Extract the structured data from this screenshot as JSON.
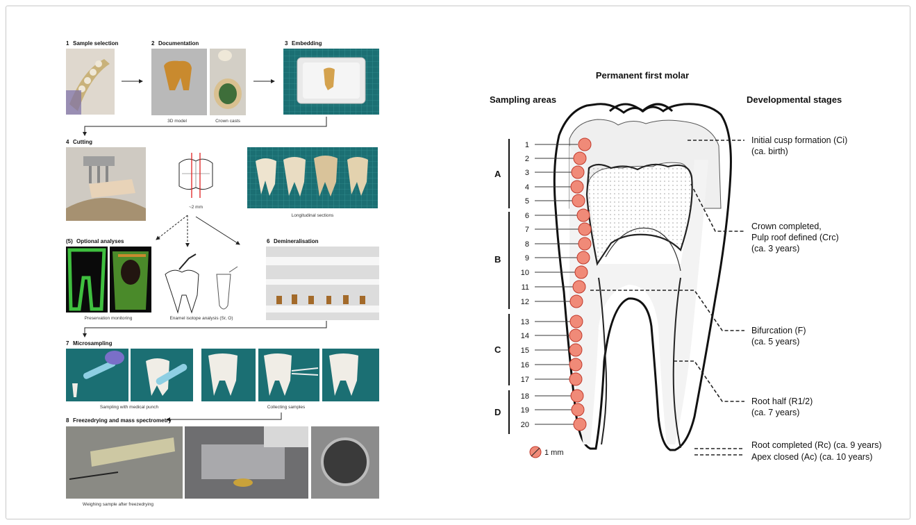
{
  "workflow": {
    "steps": [
      {
        "num": "1",
        "title": "Sample selection"
      },
      {
        "num": "2",
        "title": "Documentation"
      },
      {
        "num": "3",
        "title": "Embedding"
      },
      {
        "num": "4",
        "title": "Cutting"
      },
      {
        "num": "(5)",
        "title": "Optional analyses"
      },
      {
        "num": "6",
        "title": "Demineralisation"
      },
      {
        "num": "7",
        "title": "Microsampling"
      },
      {
        "num": "8",
        "title": "Freezedrying and mass spectrometry"
      }
    ],
    "captions": {
      "model_3d": "3D model",
      "crown_casts": "Crown casts",
      "cut_width": "~2 mm",
      "longitudinal": "Longitudinal sections",
      "preservation": "Preservation monitoring",
      "isotope": "Enamel isotope analysis (Sr, O)",
      "punch": "Sampling with medical punch",
      "collecting": "Collecting samples",
      "weighing": "Weighing sample after freezedrying"
    }
  },
  "diagram": {
    "title": "Permanent first molar",
    "left_header": "Sampling areas",
    "right_header": "Developmental stages",
    "groups": [
      "A",
      "B",
      "C",
      "D"
    ],
    "sample_numbers": [
      "1",
      "2",
      "3",
      "4",
      "5",
      "6",
      "7",
      "8",
      "9",
      "10",
      "11",
      "12",
      "13",
      "14",
      "15",
      "16",
      "17",
      "18",
      "19",
      "20"
    ],
    "scale_label": "1 mm",
    "stages": [
      {
        "line1": "Initial cusp formation (Ci)",
        "line2": "(ca. birth)",
        "line3": ""
      },
      {
        "line1": "Crown completed,",
        "line2": "Pulp roof defined (Crc)",
        "line3": "(ca. 3 years)"
      },
      {
        "line1": "Bifurcation (F)",
        "line2": "(ca. 5 years)",
        "line3": ""
      },
      {
        "line1": "Root half (R1/2)",
        "line2": "(ca. 7 years)",
        "line3": ""
      },
      {
        "line1": "Root completed (Rc) (ca. 9 years)",
        "line2": "",
        "line3": ""
      },
      {
        "line1": "Apex closed (Ac) (ca. 10 years)",
        "line2": "",
        "line3": ""
      }
    ],
    "colors": {
      "sample_fill": "#f08a78",
      "sample_stroke": "#c0392b",
      "photo_teal": "#1b6f73",
      "photo_gray": "#b9b9b9"
    }
  }
}
